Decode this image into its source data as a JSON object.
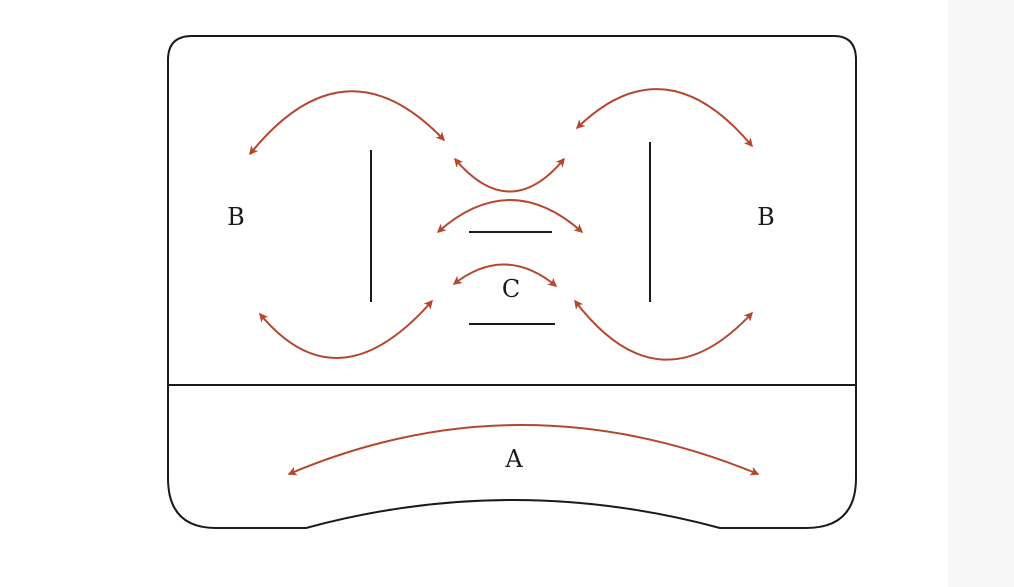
{
  "diagram": {
    "arrow_color": "#b5472e",
    "line_color": "#1a1a1a",
    "labels": {
      "a": "A",
      "b_left": "B",
      "b_right": "B",
      "c": "C"
    },
    "icons": [
      "double-headed-arrow"
    ]
  }
}
